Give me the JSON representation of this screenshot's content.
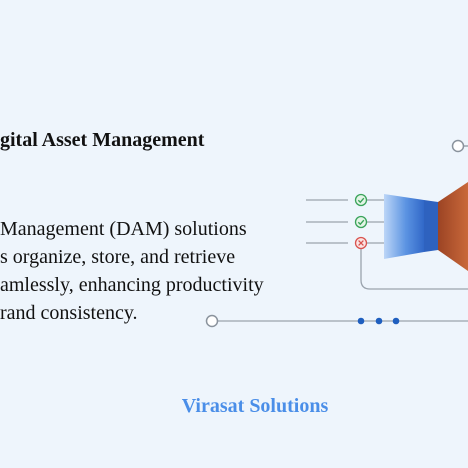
{
  "heading": "gital Asset Management",
  "description_lines": [
    "Management (DAM) solutions",
    "s organize, store, and retrieve",
    "amlessly, enhancing productivity",
    "rand consistency."
  ],
  "brand": "Virasat Solutions",
  "colors": {
    "background": "#eef5fc",
    "accent": "#4a8ee8",
    "check": "#3aa35a",
    "cross": "#d9534f",
    "node_dots": "#1f5fbf",
    "cone_blue": "#3f78d6",
    "cone_orange": "#b5562e"
  },
  "status_checks": [
    {
      "icon": "check-icon"
    },
    {
      "icon": "check-icon"
    },
    {
      "icon": "cross-icon"
    }
  ]
}
